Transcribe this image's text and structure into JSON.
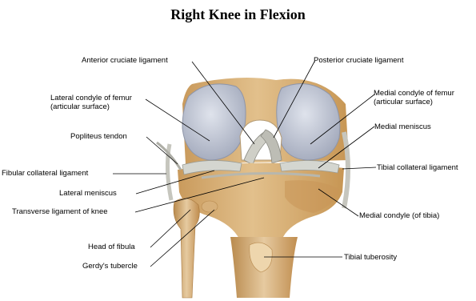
{
  "title": "Right Knee in Flexion",
  "labels": {
    "acl": "Anterior cruciate ligament",
    "pcl": "Posterior cruciate ligament",
    "lateral_condyle_femur_1": "Lateral condyle of femur",
    "lateral_condyle_femur_2": "(articular surface)",
    "medial_condyle_femur_1": "Medial condyle of femur",
    "medial_condyle_femur_2": "(articular surface)",
    "popliteus_tendon": "Popliteus tendon",
    "medial_meniscus": "Medial meniscus",
    "fibular_collateral_ligament": "Fibular collateral ligament",
    "tibial_collateral_ligament": "Tibial collateral ligament",
    "lateral_meniscus": "Lateral meniscus",
    "transverse_ligament": "Transverse ligament of knee",
    "medial_condyle_tibia": "Medial condyle (of tibia)",
    "head_of_fibula": "Head of fibula",
    "gerdys_tubercle": "Gerdy's tubercle",
    "tibial_tuberosity": "Tibial tuberosity"
  },
  "colors": {
    "bone": "#d9b27a",
    "bone_dark": "#b88a4e",
    "cartilage": "#b9bfcf",
    "cartilage_light": "#d7dbe6",
    "ligament": "#c9c9c2",
    "leader": "#000000"
  }
}
